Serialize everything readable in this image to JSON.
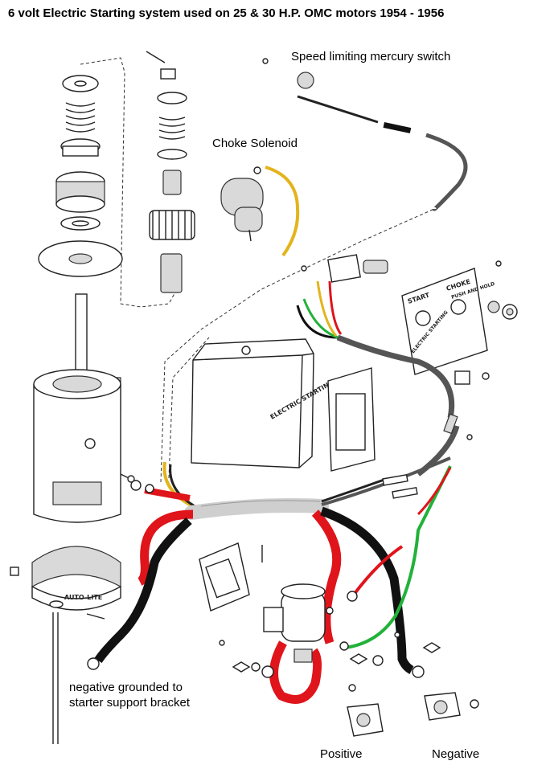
{
  "title": "6 volt Electric Starting system used on 25 & 30 H.P. OMC motors 1954 - 1956",
  "labels": {
    "speed_switch": "Speed limiting mercury switch",
    "choke_solenoid": "Choke Solenoid",
    "negative_ground_line1": "negative grounded to",
    "negative_ground_line2": "starter support bracket",
    "positive": "Positive",
    "negative": "Negative"
  },
  "panel_text": {
    "start": "START",
    "choke": "CHOKE",
    "push_and_hold": "PUSH AND HOLD",
    "electric_starting": "ELECTRIC STARTING"
  },
  "starter_band_text": "AUTO-LITE",
  "box_text": "ELECTRIC STARTING",
  "colors": {
    "red_wire": "#e0141b",
    "black_wire": "#111111",
    "green_wire": "#22b23a",
    "yellow_wire": "#e3b41c",
    "grey_cable": "#555555",
    "harness": "#e6e6e6"
  }
}
